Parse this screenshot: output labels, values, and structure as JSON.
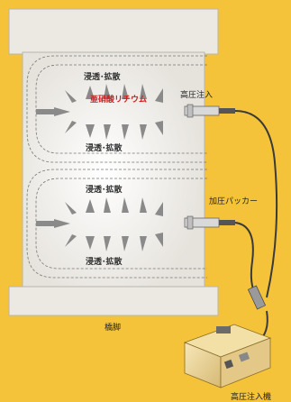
{
  "diagram": {
    "upper_top_label": "浸透･拡散",
    "upper_center_label": "亜硝酸リチウム",
    "upper_bottom_label": "浸透･拡散",
    "lower_top_label": "浸透･拡散",
    "lower_bottom_label": "浸透･拡散",
    "injection_label": "高圧注入",
    "packer_label": "加圧パッカー",
    "pier_label": "橋脚",
    "machine_label": "高圧注入機"
  },
  "colors": {
    "background": "#f5c33a",
    "pier_body": "#e8e5df",
    "highlight_red": "#d41e1e",
    "arrow": "#8a8a8a"
  }
}
